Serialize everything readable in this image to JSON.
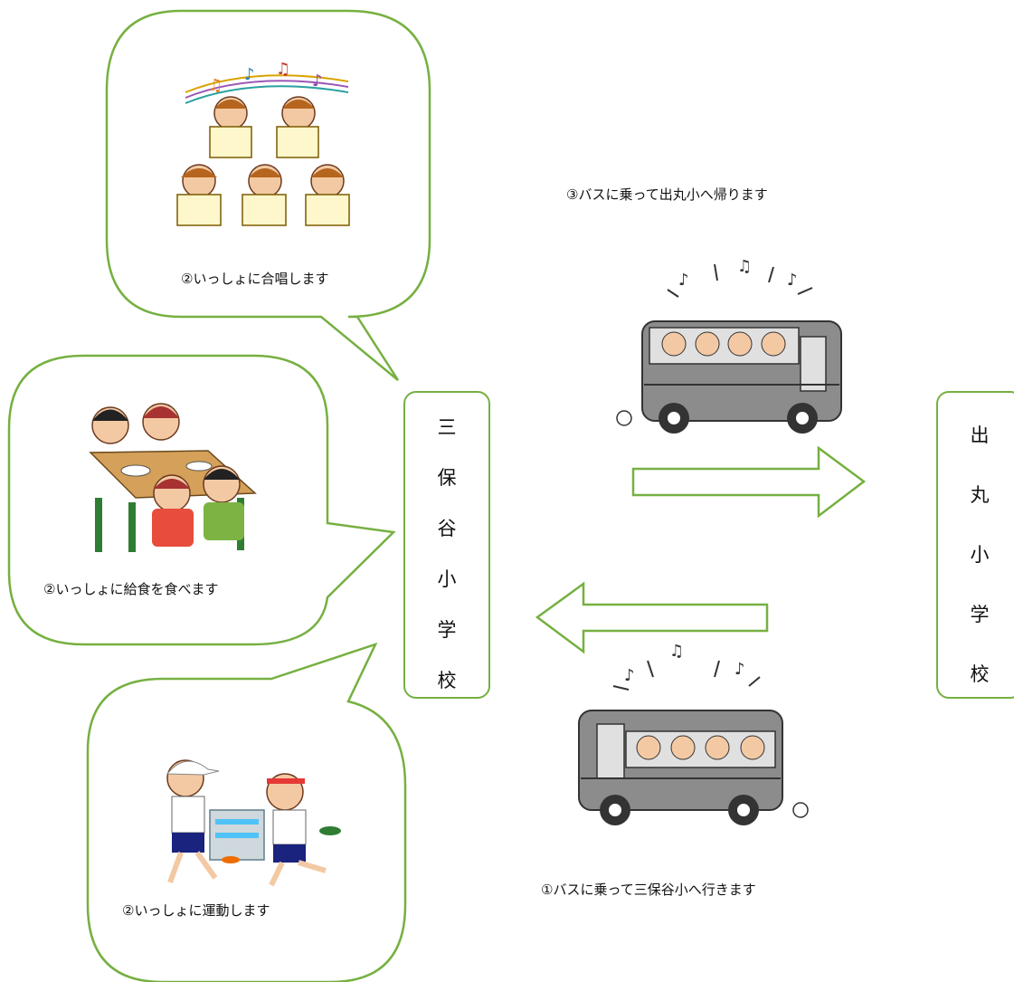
{
  "school_left": {
    "chars": [
      "三",
      "保",
      "谷",
      "小",
      "学",
      "校"
    ]
  },
  "school_right": {
    "chars": [
      "出",
      "丸",
      "小",
      "学",
      "校"
    ]
  },
  "captions": {
    "singing": "②いっしょに合唱します",
    "lunch": "②いっしょに給食を食べます",
    "sports": "②いっしょに運動します",
    "bus_return": "③バスに乗って出丸小へ帰ります",
    "bus_go": "①バスに乗って三保谷小へ行きます"
  },
  "colors": {
    "bubble_border": "#76b041",
    "arrow_border": "#76b041",
    "bus_body": "#8c8c8c"
  },
  "icons": [
    "singing-children-illustration",
    "school-lunch-illustration",
    "running-children-illustration",
    "bus-illustration",
    "music-note-icon"
  ]
}
